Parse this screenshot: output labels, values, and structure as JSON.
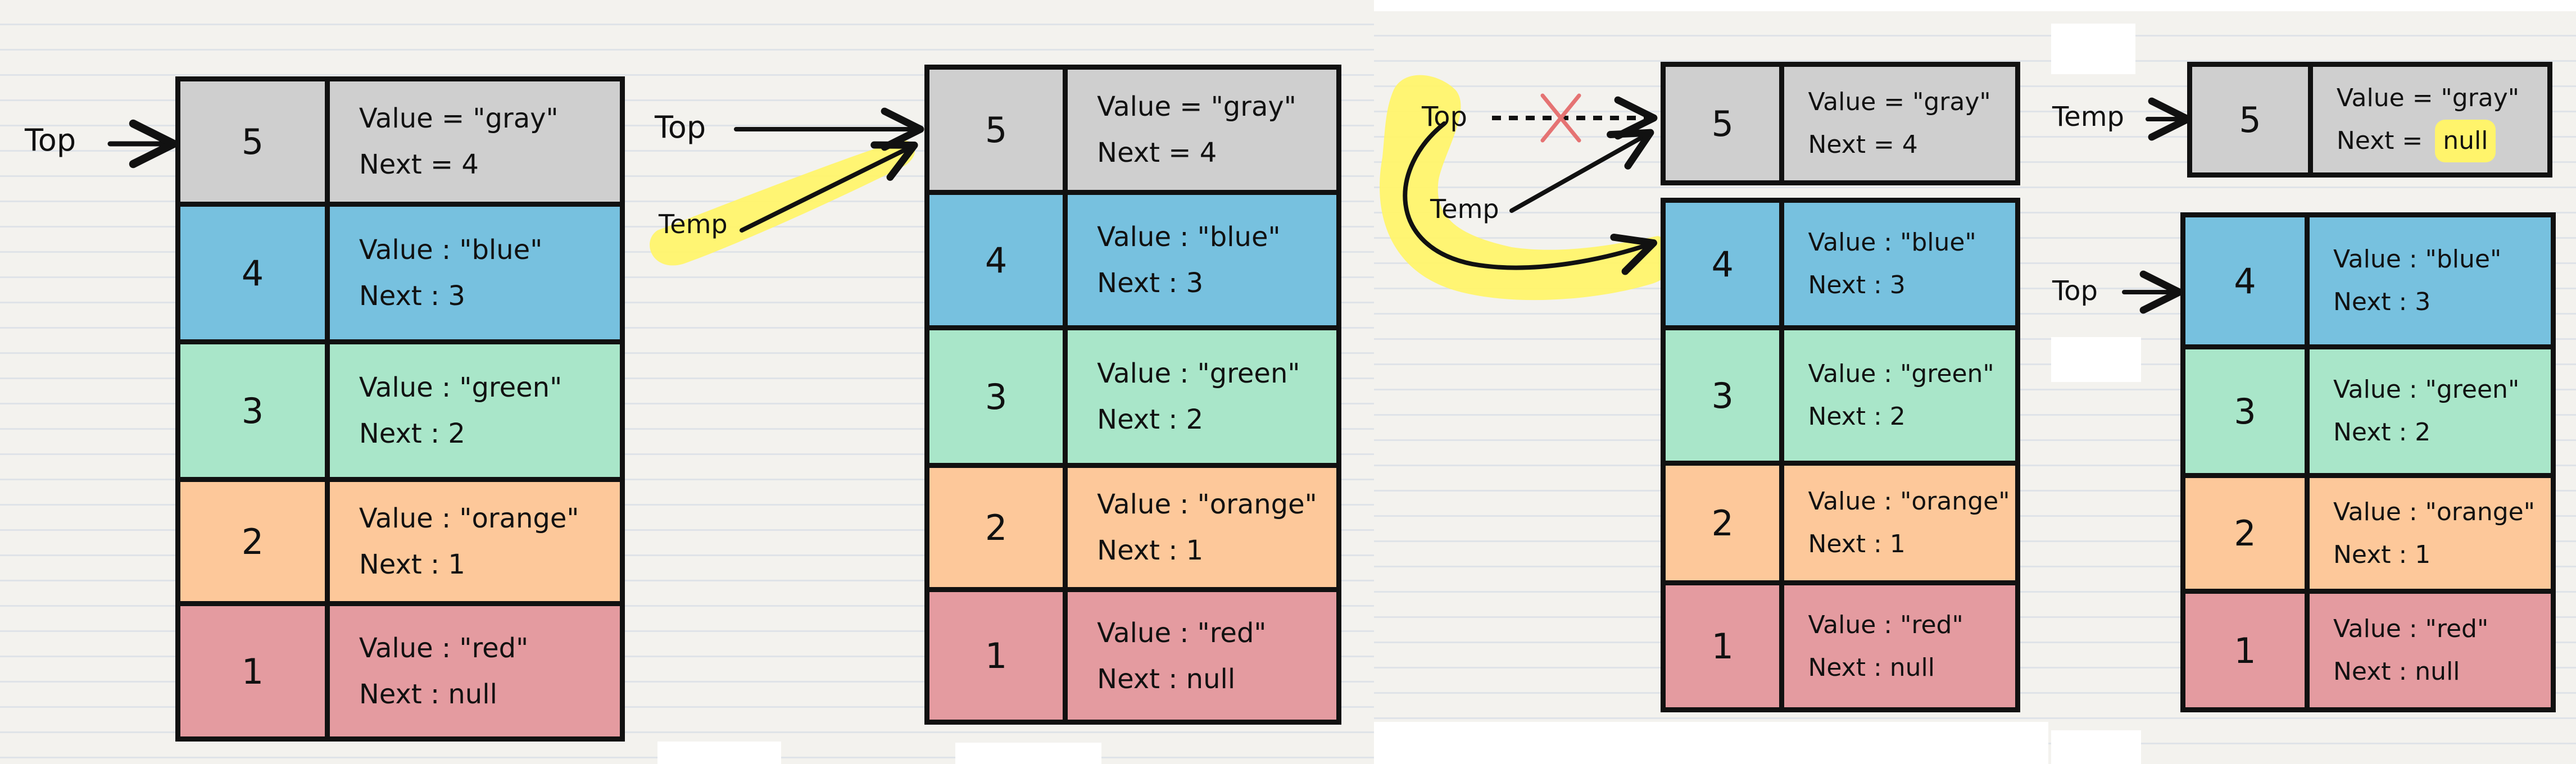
{
  "colors": {
    "gray": "#cfcfcf",
    "blue": "#77c1df",
    "green": "#a9e6c9",
    "orange": "#fdc89a",
    "red": "#e49ba0",
    "highlight": "#fff46b",
    "ink": "#111111",
    "cross": "#e57373"
  },
  "panels": [
    {
      "labels": {
        "top": "Top"
      },
      "nodes": [
        {
          "index": "5",
          "color": "gray",
          "value_row": "Value = \"gray\"",
          "next_row": "Next =  4"
        },
        {
          "index": "4",
          "color": "blue",
          "value_row": "Value : \"blue\"",
          "next_row": "Next :  3"
        },
        {
          "index": "3",
          "color": "green",
          "value_row": "Value : \"green\"",
          "next_row": "Next :  2"
        },
        {
          "index": "2",
          "color": "orange",
          "value_row": "Value : \"orange\"",
          "next_row": "Next :  1"
        },
        {
          "index": "1",
          "color": "red",
          "value_row": "Value : \"red\"",
          "next_row": "Next : null"
        }
      ]
    },
    {
      "labels": {
        "top": "Top",
        "temp": "Temp"
      },
      "nodes": [
        {
          "index": "5",
          "color": "gray",
          "value_row": "Value = \"gray\"",
          "next_row": "Next =  4"
        },
        {
          "index": "4",
          "color": "blue",
          "value_row": "Value : \"blue\"",
          "next_row": "Next :  3"
        },
        {
          "index": "3",
          "color": "green",
          "value_row": "Value : \"green\"",
          "next_row": "Next :  2"
        },
        {
          "index": "2",
          "color": "orange",
          "value_row": "Value : \"orange\"",
          "next_row": "Next :  1"
        },
        {
          "index": "1",
          "color": "red",
          "value_row": "Value : \"red\"",
          "next_row": "Next : null"
        }
      ]
    },
    {
      "labels": {
        "top": "Top",
        "temp": "Temp"
      },
      "nodes": [
        {
          "index": "5",
          "color": "gray",
          "value_row": "Value = \"gray\"",
          "next_row": "Next =  4"
        },
        {
          "index": "4",
          "color": "blue",
          "value_row": "Value : \"blue\"",
          "next_row": "Next :  3"
        },
        {
          "index": "3",
          "color": "green",
          "value_row": "Value : \"green\"",
          "next_row": "Next :  2"
        },
        {
          "index": "2",
          "color": "orange",
          "value_row": "Value : \"orange\"",
          "next_row": "Next :  1"
        },
        {
          "index": "1",
          "color": "red",
          "value_row": "Value : \"red\"",
          "next_row": "Next : null"
        }
      ]
    },
    {
      "labels": {
        "top": "Top",
        "temp": "Temp"
      },
      "nodes": [
        {
          "index": "5",
          "color": "gray",
          "value_row": "Value = \"gray\"",
          "next_label": "Next =",
          "next_value": "null"
        },
        {
          "index": "4",
          "color": "blue",
          "value_row": "Value : \"blue\"",
          "next_row": "Next :  3"
        },
        {
          "index": "3",
          "color": "green",
          "value_row": "Value : \"green\"",
          "next_row": "Next :  2"
        },
        {
          "index": "2",
          "color": "orange",
          "value_row": "Value : \"orange\"",
          "next_row": "Next :  1"
        },
        {
          "index": "1",
          "color": "red",
          "value_row": "Value : \"red\"",
          "next_row": "Next : null"
        }
      ]
    }
  ]
}
